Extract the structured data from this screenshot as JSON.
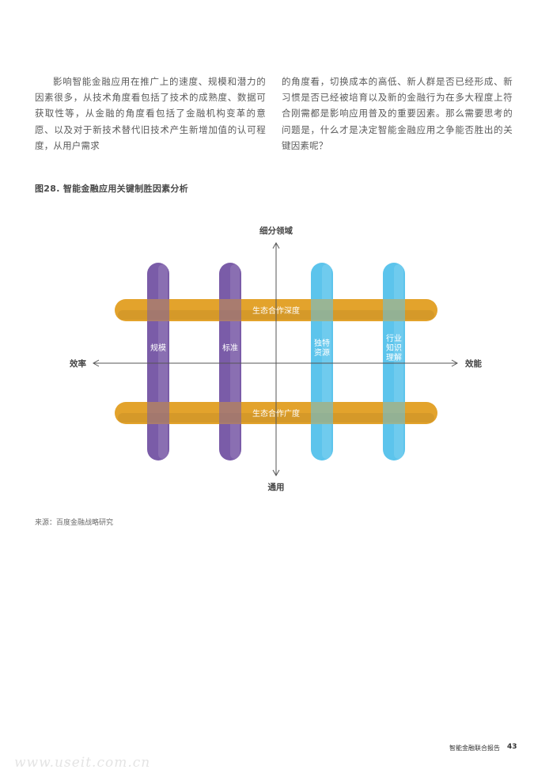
{
  "body_text": {
    "left_column": "影响智能金融应用在推广上的速度、规模和潜力的因素很多，从技术角度看包括了技术的成熟度、数据可获取性等，从金融的角度看包括了金融机构变革的意愿、以及对于新技术替代旧技术产生新增加值的认可程度，从用户需求",
    "right_column": "的角度看，切换成本的高低、新人群是否已经形成、新习惯是否已经被培育以及新的金融行为在多大程度上符合刚需都是影响应用普及的重要因素。那么需要思考的问题是，什么才是决定智能金融应用之争能否胜出的关键因素呢？"
  },
  "figure": {
    "title": "图28. 智能金融应用关键制胜因素分析",
    "source": "来源：百度金融战略研究"
  },
  "diagram": {
    "axis_top": "细分领域",
    "axis_bottom": "通用",
    "axis_left": "效率",
    "axis_right": "效能",
    "vertical_bars": [
      {
        "lines": [
          "规模"
        ],
        "color": "#7a5ca8"
      },
      {
        "lines": [
          "标准"
        ],
        "color": "#7a5ca8"
      },
      {
        "lines": [
          "独特",
          "资源"
        ],
        "color": "#5cc4ec"
      },
      {
        "lines": [
          "行业",
          "知识",
          "理解"
        ],
        "color": "#5cc4ec"
      }
    ],
    "horizontal_bars": [
      {
        "label": "生态合作深度",
        "color": "#e3a32c"
      },
      {
        "label": "生态合作广度",
        "color": "#e3a32c"
      }
    ]
  },
  "footer": {
    "report_name": "智能金融联合报告",
    "page_number": "43",
    "watermark": "www.useit.com.cn"
  }
}
